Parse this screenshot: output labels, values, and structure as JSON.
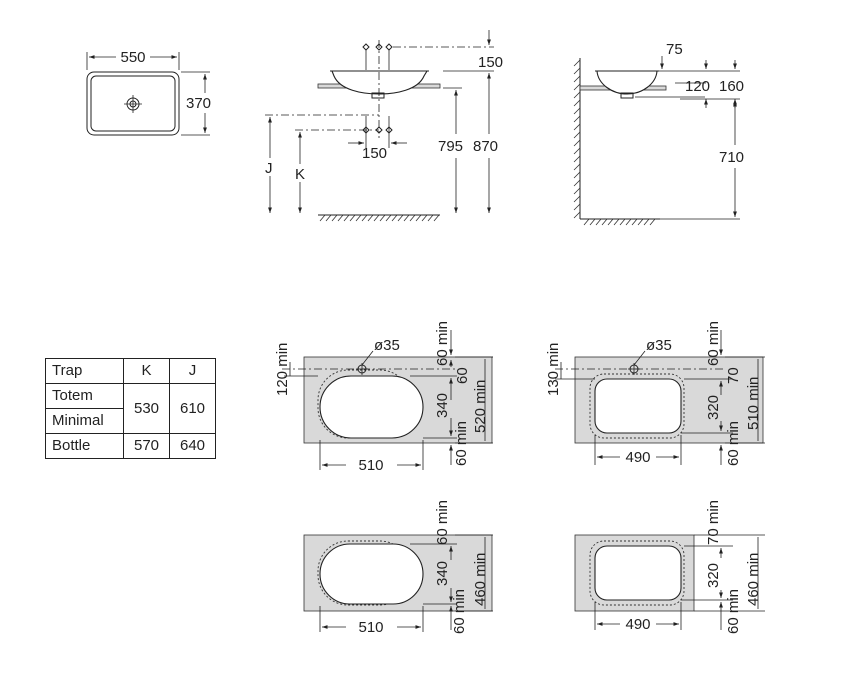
{
  "top_view": {
    "width": "550",
    "depth": "370"
  },
  "front_view": {
    "d_150_top": "150",
    "d_150_bottom": "150",
    "d_795": "795",
    "d_870": "870",
    "j": "J",
    "k": "K"
  },
  "side_view": {
    "d_75": "75",
    "d_120": "120",
    "d_160": "160",
    "d_710": "710"
  },
  "trap_table": {
    "headers": [
      "Trap",
      "K",
      "J"
    ],
    "rows": [
      {
        "name": "Totem",
        "k": "530",
        "j": "610"
      },
      {
        "name": "Minimal"
      },
      {
        "name": "Bottle",
        "k": "570",
        "j": "640"
      }
    ]
  },
  "cutouts": {
    "a": {
      "d120": "120 min",
      "hole": "ø35",
      "d60top": "60 min",
      "d60": "60",
      "d340": "340",
      "d520": "520 min",
      "d60bot": "60 min",
      "width": "510"
    },
    "b": {
      "d130": "130 min",
      "hole": "ø35",
      "d60top": "60 min",
      "d70": "70",
      "d320": "320",
      "d510": "510 min",
      "d60bot": "60 min",
      "width": "490"
    },
    "c": {
      "d60top": "60 min",
      "d340": "340",
      "d460": "460 min",
      "d60bot": "60 min",
      "width": "510"
    },
    "d": {
      "d70top": "70 min",
      "d320": "320",
      "d460": "460 min",
      "d60bot": "60 min",
      "width": "490"
    }
  }
}
